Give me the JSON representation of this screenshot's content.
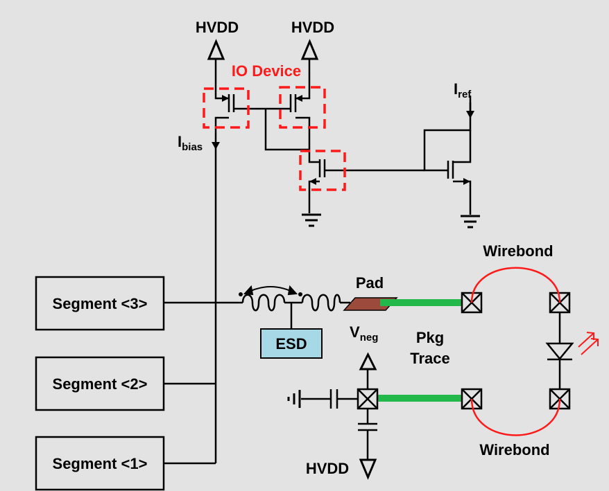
{
  "labels": {
    "hvdd_left": "HVDD",
    "hvdd_right": "HVDD",
    "io_device": "IO Device",
    "iref_main": "I",
    "iref_sub": "ref",
    "ibias_main": "I",
    "ibias_sub": "bias",
    "pad": "Pad",
    "esd": "ESD",
    "vneg_main": "V",
    "vneg_sub": "neg",
    "pkg_line1": "Pkg",
    "pkg_line2": "Trace",
    "wirebond_top": "Wirebond",
    "wirebond_bottom": "Wirebond",
    "hvdd_bottom": "HVDD"
  },
  "segments": [
    "Segment <3>",
    "Segment <2>",
    "Segment <1>"
  ],
  "colors": {
    "background": "#e3e3e3",
    "wire": "#000000",
    "io_highlight": "#ff1a1a",
    "wirebond": "#ff1a1a",
    "trace": "#22b84a",
    "pad": "#9c4a3c",
    "esd_fill": "#a6d8e6"
  }
}
